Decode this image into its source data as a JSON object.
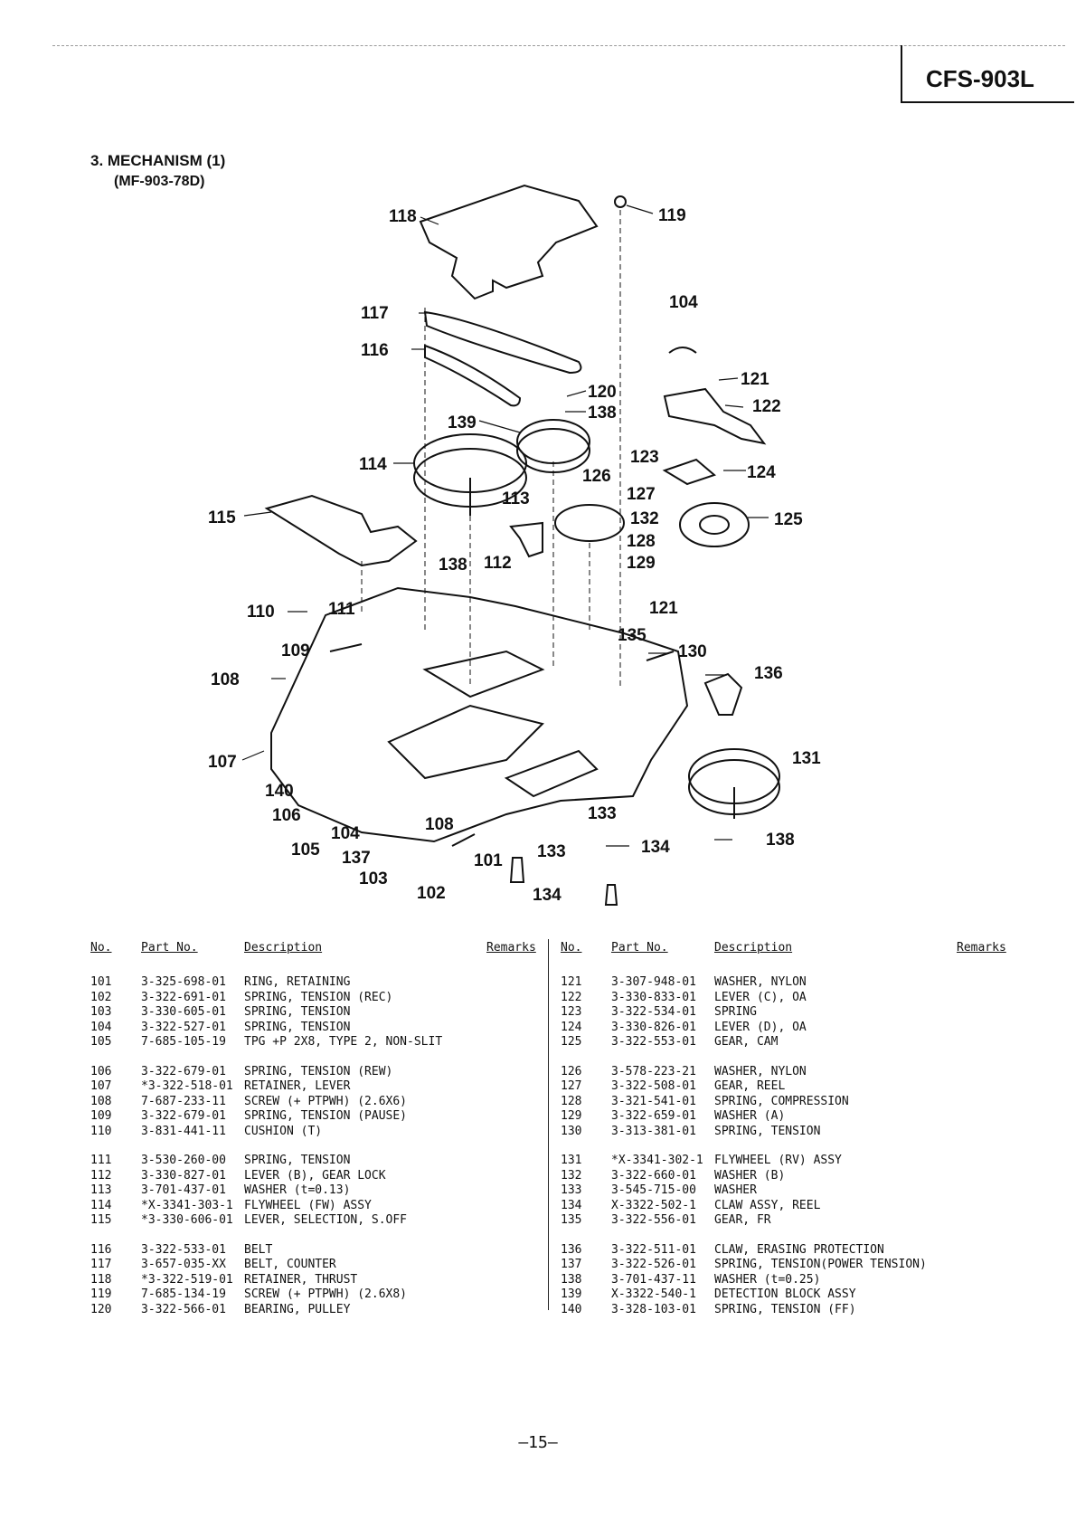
{
  "header": {
    "model": "CFS-903L"
  },
  "section": {
    "title": "3. MECHANISM (1)",
    "subtitle": "(MF-903-78D)"
  },
  "callouts": [
    {
      "id": "118",
      "label": "118"
    },
    {
      "id": "119",
      "label": "119"
    },
    {
      "id": "104a",
      "label": "104"
    },
    {
      "id": "117",
      "label": "117"
    },
    {
      "id": "116",
      "label": "116"
    },
    {
      "id": "121a",
      "label": "121"
    },
    {
      "id": "120",
      "label": "120"
    },
    {
      "id": "122",
      "label": "122"
    },
    {
      "id": "138a",
      "label": "138"
    },
    {
      "id": "139",
      "label": "139"
    },
    {
      "id": "123",
      "label": "123"
    },
    {
      "id": "114",
      "label": "114"
    },
    {
      "id": "126",
      "label": "126"
    },
    {
      "id": "124",
      "label": "124"
    },
    {
      "id": "113",
      "label": "113"
    },
    {
      "id": "127",
      "label": "127"
    },
    {
      "id": "115",
      "label": "115"
    },
    {
      "id": "132",
      "label": "132"
    },
    {
      "id": "125",
      "label": "125"
    },
    {
      "id": "128",
      "label": "128"
    },
    {
      "id": "138b",
      "label": "138"
    },
    {
      "id": "112",
      "label": "112"
    },
    {
      "id": "129",
      "label": "129"
    },
    {
      "id": "110",
      "label": "110"
    },
    {
      "id": "111",
      "label": "111"
    },
    {
      "id": "121b",
      "label": "121"
    },
    {
      "id": "135",
      "label": "135"
    },
    {
      "id": "109",
      "label": "109"
    },
    {
      "id": "130",
      "label": "130"
    },
    {
      "id": "108a",
      "label": "108"
    },
    {
      "id": "136",
      "label": "136"
    },
    {
      "id": "107",
      "label": "107"
    },
    {
      "id": "131",
      "label": "131"
    },
    {
      "id": "140",
      "label": "140"
    },
    {
      "id": "106",
      "label": "106"
    },
    {
      "id": "133a",
      "label": "133"
    },
    {
      "id": "108b",
      "label": "108"
    },
    {
      "id": "104b",
      "label": "104"
    },
    {
      "id": "105",
      "label": "105"
    },
    {
      "id": "137",
      "label": "137"
    },
    {
      "id": "138c",
      "label": "138"
    },
    {
      "id": "133b",
      "label": "133"
    },
    {
      "id": "134a",
      "label": "134"
    },
    {
      "id": "101",
      "label": "101"
    },
    {
      "id": "103",
      "label": "103"
    },
    {
      "id": "102",
      "label": "102"
    },
    {
      "id": "134b",
      "label": "134"
    }
  ],
  "table": {
    "headers": {
      "no": "No.",
      "part_no": "Part No.",
      "description": "Description",
      "remarks": "Remarks"
    },
    "left": [
      [
        {
          "no": "101",
          "part": "3-325-698-01",
          "desc": "RING, RETAINING"
        },
        {
          "no": "102",
          "part": "3-322-691-01",
          "desc": "SPRING, TENSION (REC)"
        },
        {
          "no": "103",
          "part": "3-330-605-01",
          "desc": "SPRING, TENSION"
        },
        {
          "no": "104",
          "part": "3-322-527-01",
          "desc": "SPRING, TENSION"
        },
        {
          "no": "105",
          "part": "7-685-105-19",
          "desc": "TPG +P 2X8, TYPE 2, NON-SLIT"
        }
      ],
      [
        {
          "no": "106",
          "part": "3-322-679-01",
          "desc": "SPRING, TENSION (REW)"
        },
        {
          "no": "107",
          "part": "*3-322-518-01",
          "desc": "RETAINER, LEVER"
        },
        {
          "no": "108",
          "part": "7-687-233-11",
          "desc": "SCREW (+ PTPWH) (2.6X6)"
        },
        {
          "no": "109",
          "part": "3-322-679-01",
          "desc": "SPRING, TENSION (PAUSE)"
        },
        {
          "no": "110",
          "part": "3-831-441-11",
          "desc": "CUSHION (T)"
        }
      ],
      [
        {
          "no": "111",
          "part": "3-530-260-00",
          "desc": "SPRING, TENSION"
        },
        {
          "no": "112",
          "part": "3-330-827-01",
          "desc": "LEVER (B), GEAR LOCK"
        },
        {
          "no": "113",
          "part": "3-701-437-01",
          "desc": "WASHER (t=0.13)"
        },
        {
          "no": "114",
          "part": "*X-3341-303-1",
          "desc": "FLYWHEEL (FW) ASSY"
        },
        {
          "no": "115",
          "part": "*3-330-606-01",
          "desc": "LEVER, SELECTION, S.OFF"
        }
      ],
      [
        {
          "no": "116",
          "part": "3-322-533-01",
          "desc": "BELT"
        },
        {
          "no": "117",
          "part": "3-657-035-XX",
          "desc": "BELT, COUNTER"
        },
        {
          "no": "118",
          "part": "*3-322-519-01",
          "desc": "RETAINER, THRUST"
        },
        {
          "no": "119",
          "part": "7-685-134-19",
          "desc": "SCREW (+ PTPWH) (2.6X8)"
        },
        {
          "no": "120",
          "part": "3-322-566-01",
          "desc": "BEARING, PULLEY"
        }
      ]
    ],
    "right": [
      [
        {
          "no": "121",
          "part": "3-307-948-01",
          "desc": "WASHER, NYLON"
        },
        {
          "no": "122",
          "part": "3-330-833-01",
          "desc": "LEVER (C), OA"
        },
        {
          "no": "123",
          "part": "3-322-534-01",
          "desc": "SPRING"
        },
        {
          "no": "124",
          "part": "3-330-826-01",
          "desc": "LEVER (D), OA"
        },
        {
          "no": "125",
          "part": "3-322-553-01",
          "desc": "GEAR, CAM"
        }
      ],
      [
        {
          "no": "126",
          "part": "3-578-223-21",
          "desc": "WASHER, NYLON"
        },
        {
          "no": "127",
          "part": "3-322-508-01",
          "desc": "GEAR, REEL"
        },
        {
          "no": "128",
          "part": "3-321-541-01",
          "desc": "SPRING, COMPRESSION"
        },
        {
          "no": "129",
          "part": "3-322-659-01",
          "desc": "WASHER (A)"
        },
        {
          "no": "130",
          "part": "3-313-381-01",
          "desc": "SPRING, TENSION"
        }
      ],
      [
        {
          "no": "131",
          "part": "*X-3341-302-1",
          "desc": "FLYWHEEL (RV) ASSY"
        },
        {
          "no": "132",
          "part": "3-322-660-01",
          "desc": "WASHER (B)"
        },
        {
          "no": "133",
          "part": "3-545-715-00",
          "desc": "WASHER"
        },
        {
          "no": "134",
          "part": "X-3322-502-1",
          "desc": "CLAW ASSY, REEL"
        },
        {
          "no": "135",
          "part": "3-322-556-01",
          "desc": "GEAR, FR"
        }
      ],
      [
        {
          "no": "136",
          "part": "3-322-511-01",
          "desc": "CLAW, ERASING PROTECTION"
        },
        {
          "no": "137",
          "part": "3-322-526-01",
          "desc": "SPRING, TENSION(POWER TENSION)"
        },
        {
          "no": "138",
          "part": "3-701-437-11",
          "desc": "WASHER (t=0.25)"
        },
        {
          "no": "139",
          "part": "X-3322-540-1",
          "desc": "DETECTION BLOCK ASSY"
        },
        {
          "no": "140",
          "part": "3-328-103-01",
          "desc": "SPRING, TENSION (FF)"
        }
      ]
    ]
  },
  "footer": {
    "page_number": "—15—"
  }
}
